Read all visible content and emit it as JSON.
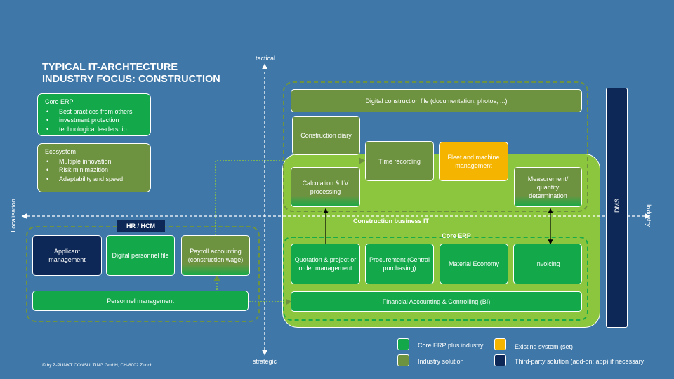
{
  "title": {
    "line1": "TYPICAL IT-ARCHTECTURE",
    "line2": "INDUSTRY FOCUS: CONSTRUCTION"
  },
  "axes": {
    "top": "tactical",
    "bottom": "strategic",
    "left": "Localisation",
    "right": "Industry"
  },
  "core_erp_info": {
    "heading": "Core ERP",
    "items": [
      "Best practices from others",
      "investment protection",
      "technological leadership"
    ]
  },
  "ecosystem_info": {
    "heading": "Ecosystem",
    "items": [
      "Multiple  innovation",
      "Risk minimazition",
      "Adaptability and speed"
    ]
  },
  "hr": {
    "label": "HR / HCM",
    "boxes": {
      "applicant": "Applicant management",
      "digital_file": "Digital personnel file",
      "payroll": "Payroll accounting (construction wage)",
      "personnel": "Personnel management"
    }
  },
  "construction": {
    "digital_file": "Digital construction file (documentation, photos, ...)",
    "diary": "Construction diary",
    "time_recording": "Time recording",
    "fleet": "Fleet and machine management",
    "calculation": "Calculation & LV processing",
    "measurement": "Measurement/ quantity determination",
    "business_it_label": "Construction business IT",
    "core_erp_label": "Core ERP",
    "quotation": "Quotation & project or order management",
    "procurement": "Procurement (Central purchasing)",
    "material": "Material Economy",
    "invoicing": "Invoicing",
    "financial": "Financial Accounting & Controlling (BI)"
  },
  "dms": "DMS",
  "legend": {
    "core_erp": "Core ERP plus industry",
    "industry": "Industry solution",
    "existing": "Existing system (set)",
    "third_party": "Third-party solution (add-on; app) if necessary"
  },
  "colors": {
    "background": "#3f78a8",
    "core_erp": "#13a94b",
    "industry": "#6e9340",
    "existing": "#f5b400",
    "third_party": "#0d2856",
    "light_green": "#8cc63f"
  },
  "copyright": "© by Z-PUNKT CONSULTING GmbH, CH-8002 Zurich"
}
